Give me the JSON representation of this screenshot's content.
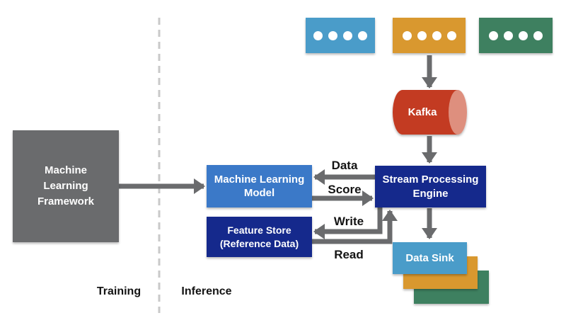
{
  "colors": {
    "source_blue": "#4A9CC9",
    "source_orange": "#D9982F",
    "source_green": "#3E8060",
    "kafka_body": "#C33B21",
    "kafka_cap": "#DE8F7E",
    "navy": "#15298C",
    "model_blue": "#3B79C8",
    "framework_gray": "#6A6B6D",
    "arrow_gray": "#6A6B6D",
    "divider_gray": "#C9C9C9",
    "text_white": "#FFFFFF",
    "text_black": "#141414"
  },
  "sources": {
    "dot_count_per_box": 4,
    "box_colors": [
      "#4A9CC9",
      "#D9982F",
      "#3E8060"
    ]
  },
  "nodes": {
    "kafka": {
      "label": "Kafka"
    },
    "stream_engine": {
      "label": "Stream Processing\nEngine"
    },
    "ml_model": {
      "label": "Machine Learning\nModel"
    },
    "feature_store": {
      "label": "Feature Store\n(Reference Data)"
    },
    "ml_framework": {
      "label": "Machine\nLearning\nFramework"
    },
    "data_sink": {
      "label": "Data Sink"
    }
  },
  "edge_labels": {
    "data": "Data",
    "score": "Score",
    "write": "Write",
    "read": "Read"
  },
  "phase_labels": {
    "training": "Training",
    "inference": "Inference"
  }
}
